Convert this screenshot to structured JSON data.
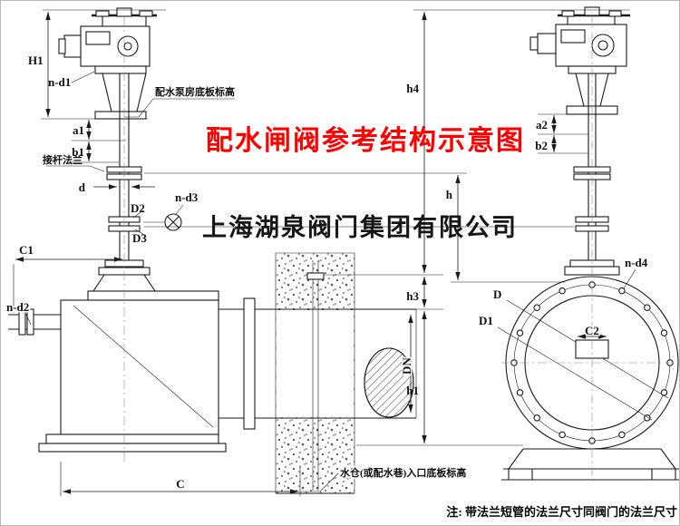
{
  "title": {
    "text": "配水闸阀参考结构示意图",
    "color": "#ff0000"
  },
  "company": {
    "text": "上海湖泉阀门集团有限公司"
  },
  "footnote": {
    "text": "注: 带法兰短管的法兰尺寸同阀门的法兰尺寸"
  },
  "colors": {
    "line": "#1a1a1a",
    "title_red": "#ff0000"
  },
  "labels": {
    "H1": "H1",
    "n_d1": "n-d1",
    "a1": "a1",
    "b1": "b1",
    "d": "d",
    "jiegan": "接杆法兰",
    "pump_floor": "配水泵房底板标高",
    "D2": "D2",
    "n_d3": "n-d3",
    "D3": "D3",
    "C1": "C1",
    "n_d2": "n-d2",
    "DN": "DN",
    "C": "C",
    "bunker_floor": "水仓(或配水巷)入口底板标高",
    "h4": "h4",
    "h": "h",
    "h3": "h3",
    "h1": "h1",
    "a2": "a2",
    "b2": "b2",
    "n_d4": "n-d4",
    "D": "D",
    "D1": "D1",
    "C2": "C2"
  }
}
